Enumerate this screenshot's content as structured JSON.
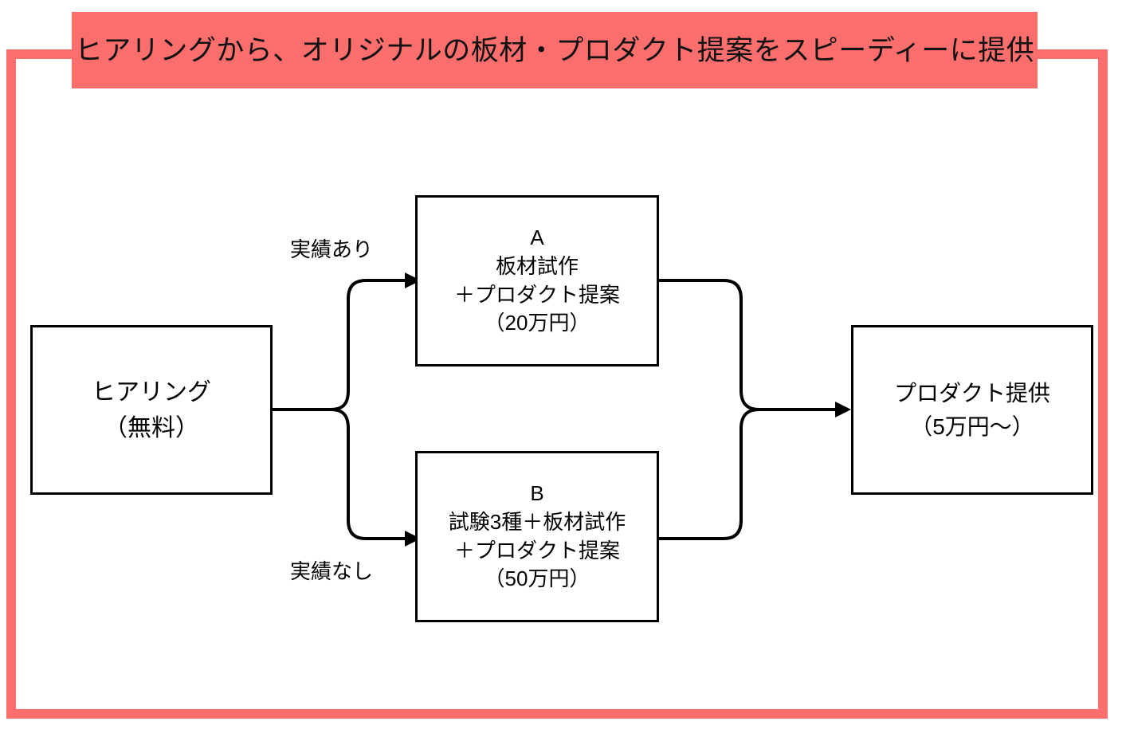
{
  "page": {
    "title_banner": {
      "text": "ヒアリングから、オリジナルの板材・プロダクト提案をスピーディーに提供",
      "background_color": "#fb6e6e",
      "text_color": "#111111"
    },
    "frame": {
      "border_color": "#fb6e6e"
    }
  },
  "diagram": {
    "type": "flowchart",
    "orientation": "left-to-right",
    "nodes": [
      {
        "id": "hearing",
        "name": "hearing",
        "lines": [
          "ヒアリング",
          "（無料）"
        ],
        "position": "left"
      },
      {
        "id": "option_a",
        "name": "option-a",
        "lines": [
          "A",
          "板材試作",
          "＋プロダクト提案",
          "（20万円）"
        ],
        "position": "top-middle"
      },
      {
        "id": "option_b",
        "name": "option-b",
        "lines": [
          "B",
          "試験3種＋板材試作",
          "＋プロダクト提案",
          "（50万円）"
        ],
        "position": "bottom-middle"
      },
      {
        "id": "delivery",
        "name": "delivery",
        "lines": [
          "プロダクト提供",
          "（5万円～）"
        ],
        "position": "right"
      }
    ],
    "edges": [
      {
        "from": "hearing",
        "to": "option_a",
        "label": "実績あり"
      },
      {
        "from": "hearing",
        "to": "option_b",
        "label": "実績なし"
      },
      {
        "from": "option_a",
        "to": "delivery",
        "label": ""
      },
      {
        "from": "option_b",
        "to": "delivery",
        "label": ""
      }
    ]
  }
}
